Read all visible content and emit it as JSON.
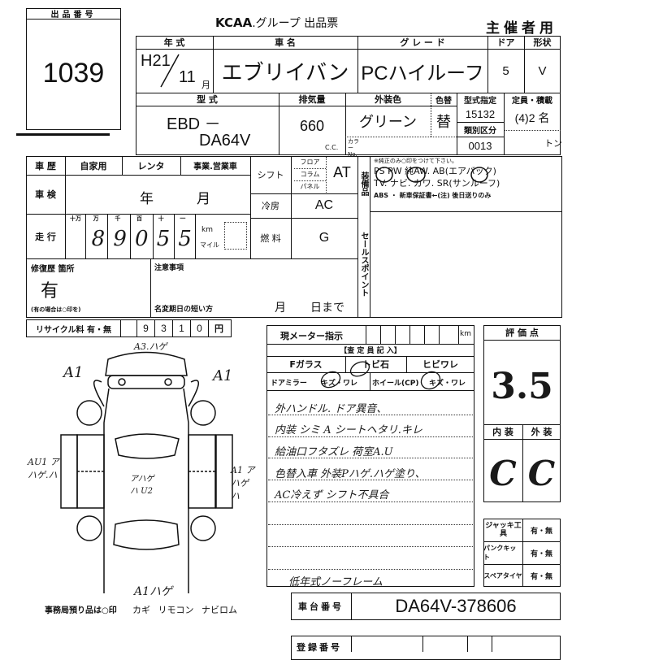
{
  "header": {
    "lot_label": "出品番号",
    "lot_number": "1039",
    "title_brand": "KCAA",
    "title_rest": ".グループ 出品票",
    "organizer": "主催者用"
  },
  "vehicle": {
    "year_label": "年 式",
    "name_label": "車 名",
    "grade_label": "グ レ ー ド",
    "door_label": "ドア",
    "shape_label": "形状",
    "year": "H21",
    "month": "11",
    "month_unit": "月",
    "name": "エブリイバン",
    "grade": "PCハイルーフ",
    "doors": "5",
    "shape": "V",
    "model_label": "型 式",
    "displacement_label": "排気量",
    "color_label": "外装色",
    "color_change_label": "色替",
    "type_designation_label": "型式指定",
    "capacity_label": "定員・積載",
    "model_prefix": "EBD －",
    "model": "DA64V",
    "displacement": "660",
    "cc": "C.C.",
    "color": "グリーン",
    "color_change": "替",
    "color_no_label": "カラーNo.",
    "type_designation": "15132",
    "class_label": "類別区分",
    "class_code": "0013",
    "capacity": "(4)2 名",
    "load_unit": "トン"
  },
  "history": {
    "label": "車 歴",
    "private": "自家用",
    "rental": "レンタ",
    "business": "事業.営業車"
  },
  "inspection": {
    "label": "車 検",
    "year_unit": "年",
    "month_unit": "月"
  },
  "mileage": {
    "label": "走 行",
    "units": [
      "十万",
      "万",
      "千",
      "百",
      "十",
      "一"
    ],
    "digits": [
      "",
      "8",
      "9",
      "0",
      "5",
      "5"
    ],
    "km": "km",
    "mile": "マイル"
  },
  "shift": {
    "label": "シフト",
    "options": [
      "フロア",
      "コラム",
      "パネル"
    ],
    "value": "AT"
  },
  "ac": {
    "label": "冷房",
    "value": "AC"
  },
  "fuel": {
    "label": "燃 料",
    "value": "G"
  },
  "equipment": {
    "label": "装備品",
    "note": "※純正のみ○印をつけて下さい。",
    "line1": "PS PW 純AW. AB(エアバック)",
    "line2": "TV. ナビ. カワ. SR(サンルーフ)",
    "line3": "ABS ・ 新車保証書←(注) 後日送りのみ"
  },
  "sales_point": {
    "label": "セールスポイント"
  },
  "repair": {
    "label": "修復歴 箇所",
    "value": "有",
    "note": "(有の場合は○印を)"
  },
  "caution": {
    "label": "注意事項",
    "name_change": "名変期日の短い方",
    "month": "月",
    "day": "日まで"
  },
  "recycle": {
    "label": "リサイクル料 有・無",
    "digits": [
      "",
      "9",
      "3",
      "1",
      "0"
    ],
    "unit": "円"
  },
  "meter": {
    "label": "現メーター指示",
    "unit": "km",
    "inspector": "【査 定 員 記 入】",
    "glass_label": "Fガラス",
    "glass_chip": "トビ石",
    "glass_crack": "ヒビワレ",
    "mirror_label": "ドアミラー",
    "mirror_opts": "キズ・ワレ",
    "wheel_label": "ホイール(CP)",
    "wheel_opts": "キズ・ワレ",
    "notes": [
      "外ハンドル. ドア異音、",
      "内装 シミ A シートヘタリ.キレ",
      "給油口フタズレ 荷室A.U",
      "色替入車 外装Pハゲ.ハゲ塗り、",
      "AC冷えず シフト不具合",
      "",
      "",
      "低年式ノーフレーム"
    ]
  },
  "grade": {
    "label": "評 価 点",
    "score": "3.5",
    "interior_label": "内 装",
    "exterior_label": "外 装",
    "interior": "C",
    "exterior": "C"
  },
  "tools": [
    {
      "label": "ジャッキ工具",
      "value": "有・無"
    },
    {
      "label": "パンクキット",
      "value": "有・無"
    },
    {
      "label": "スペアタイヤ",
      "value": "有・無"
    }
  ],
  "chassis": {
    "label": "車台番号",
    "value": "DA64V-378606"
  },
  "registration": {
    "label": "登録番号"
  },
  "diagram": {
    "front": "A3.ハゲ",
    "front_left": "A1",
    "front_right": "A1",
    "left_side": "AU1 アハゲ.ハ",
    "right_side": "A1 アハゲハ",
    "roof": "アハゲハ U2",
    "rear": "A1ハゲ"
  },
  "footer": {
    "items_note": "事務局預り品は○印",
    "items": "カギ リモコン ナビロム"
  }
}
